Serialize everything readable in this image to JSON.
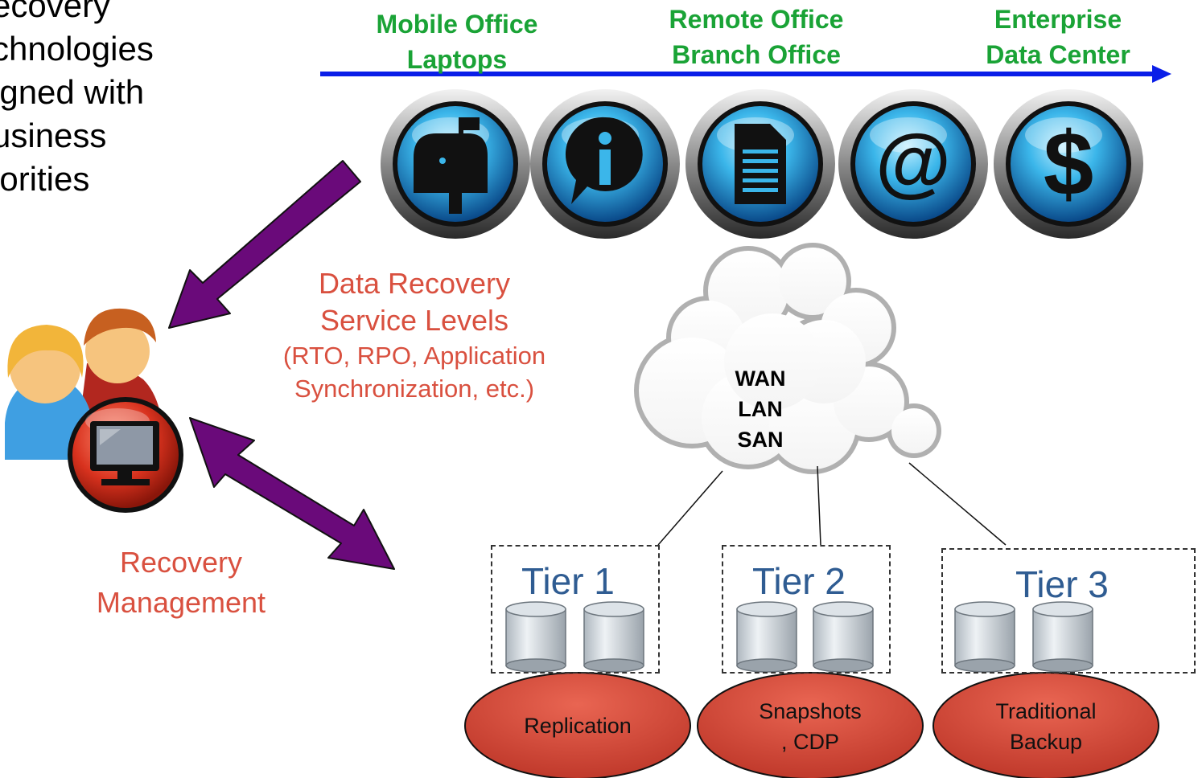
{
  "intro_lines": [
    "ecovery",
    "chnologies",
    "igned with",
    "usiness",
    "iorities"
  ],
  "axis": {
    "labels": [
      {
        "line1": "Mobile Office",
        "line2": "Laptops"
      },
      {
        "line1": "Remote Office",
        "line2": "Branch Office"
      },
      {
        "line1": "Enterprise",
        "line2": "Data Center"
      }
    ],
    "color": "#0a1ee8",
    "label_color": "#1aa336"
  },
  "app_icons": [
    "mailbox-icon",
    "info-bubble-icon",
    "document-icon",
    "at-sign-icon",
    "dollar-icon"
  ],
  "service_levels": {
    "line1": "Data Recovery",
    "line2": "Service Levels",
    "line3": "(RTO, RPO, Application",
    "line4": "Synchronization, etc.)",
    "color": "#d9503f"
  },
  "recovery_management": {
    "line1": "Recovery",
    "line2": "Management"
  },
  "network": {
    "lines": [
      "WAN",
      "LAN",
      "SAN"
    ]
  },
  "tiers": [
    {
      "label": "Tier 1",
      "technology": [
        "Replication"
      ]
    },
    {
      "label": "Tier 2",
      "technology": [
        "Snapshots",
        ", CDP"
      ]
    },
    {
      "label": "Tier 3",
      "technology": [
        "Traditional",
        "Backup"
      ]
    }
  ],
  "colors": {
    "arrow_purple": "#6a0a7a",
    "ellipse_red": "#c8382b",
    "tier_text": "#2f5c92"
  }
}
